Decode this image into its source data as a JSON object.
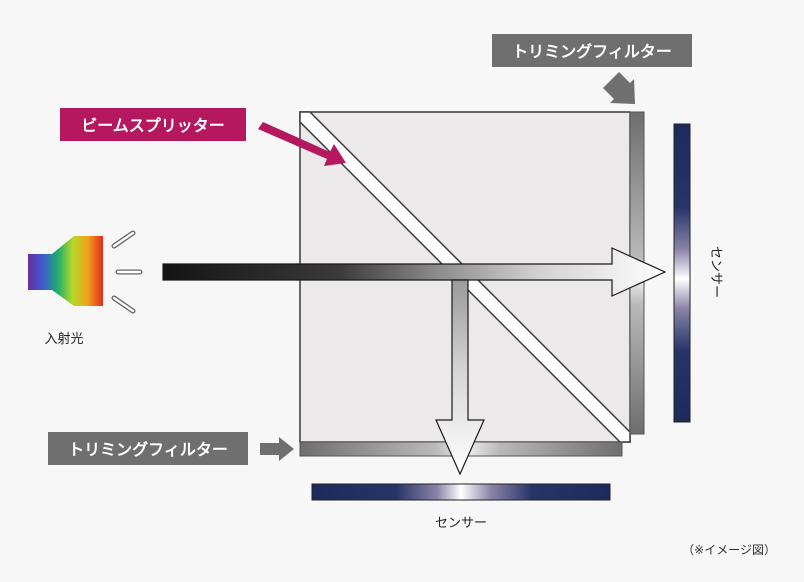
{
  "labels": {
    "trimming_filter_top": "トリミングフィルター",
    "trimming_filter_bottom": "トリミングフィルター",
    "beam_splitter": "ビームスプリッター",
    "incident_light": "入射光",
    "sensor_right": "センサー",
    "sensor_bottom": "センサー",
    "note": "（※イメージ図）"
  },
  "colors": {
    "background": "#f6f7f6",
    "filter_label_bg": "#6f6f6f",
    "beam_splitter_label_bg": "#b5185e",
    "sensor_dark": "#1c2a5c",
    "prism_fill": "#ebe9ea",
    "label_text": "#ffffff"
  },
  "icons": {
    "light_source": "spectrum-light-source-icon"
  }
}
